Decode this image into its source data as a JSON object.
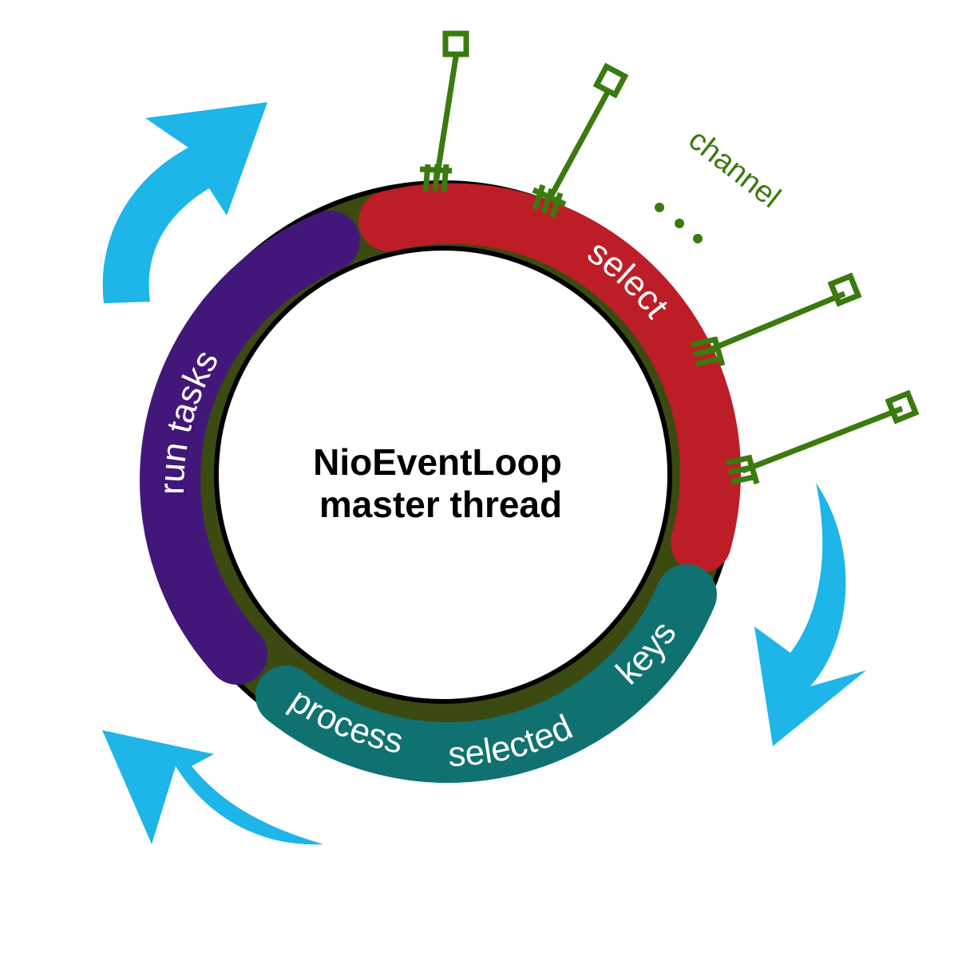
{
  "center": {
    "line1": "NioEventLoop",
    "line2": "master thread"
  },
  "segments": {
    "select": "select",
    "keys": "keys",
    "selected": "selected",
    "process": "process",
    "run_tasks": "run tasks"
  },
  "channel": {
    "label": "channel",
    "ellipsis": "• • •"
  },
  "colors": {
    "select": "#bd1d26",
    "process_selected_keys": "#0f7270",
    "run_tasks": "#431779",
    "ring_border": "#000000",
    "ring_joint": "#3b4a10",
    "channel": "#3a7a0e",
    "arrow": "#1eb5e8"
  },
  "icons": [
    "cycle-arrow-icon",
    "channel-pin-icon"
  ]
}
